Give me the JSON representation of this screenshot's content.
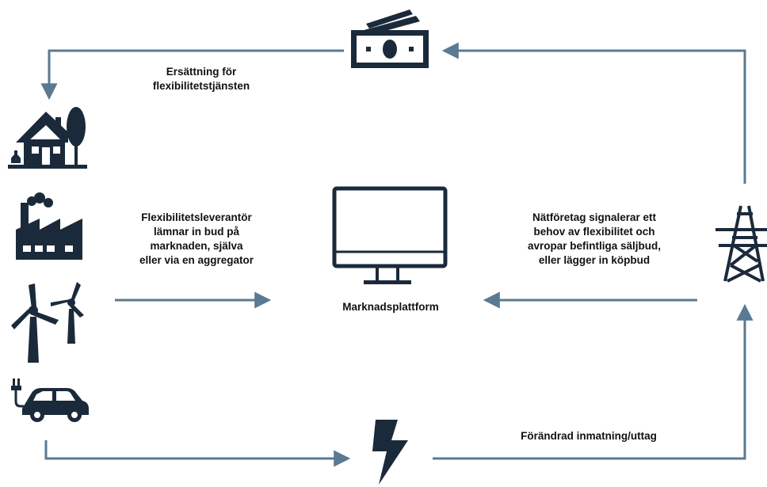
{
  "labels": {
    "payment": "Ersättning för\nflexibilitetstjänsten",
    "provider": "Flexibilitetsleverantör\nlämnar in bud på\nmarknaden, själva\neller via en aggregator",
    "platform": "Marknadsplattform",
    "grid_operator": "Nätföretag signalerar ett\nbehov av flexibilitet  och\navropar befintliga säljbud,\neller lägger in köpbud",
    "change": "Förändrad inmatning/uttag"
  },
  "colors": {
    "icon": "#1b2a3a",
    "arrow": "#5a7a93",
    "text": "#111111"
  },
  "icons": [
    "money-icon",
    "house-icon",
    "factory-icon",
    "wind-turbine-icon",
    "electric-car-icon",
    "computer-monitor-icon",
    "power-pylon-icon",
    "lightning-bolt-icon"
  ]
}
